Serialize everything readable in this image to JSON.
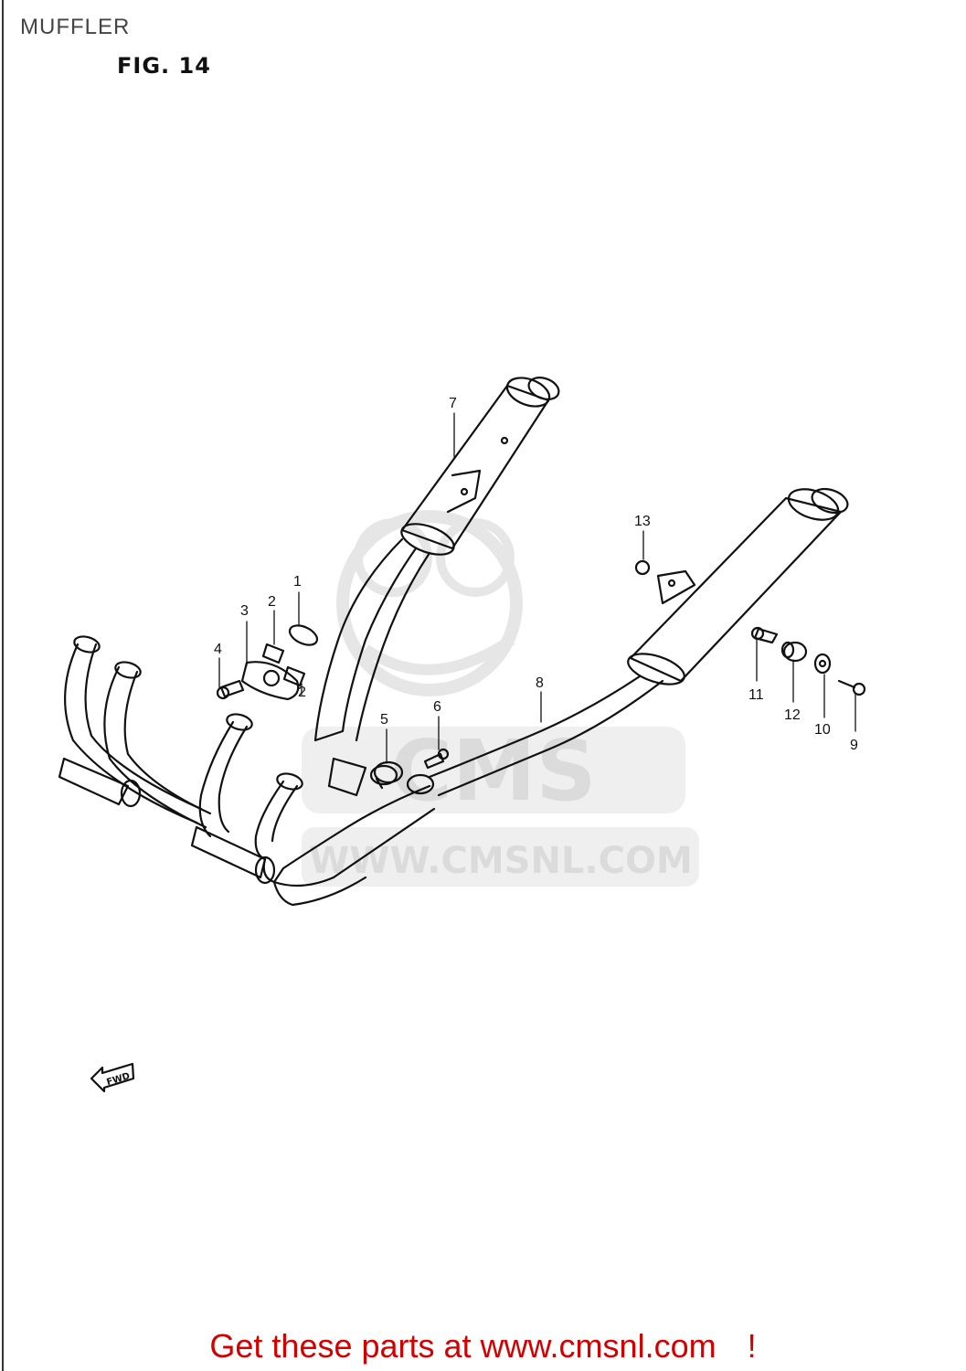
{
  "title": "MUFFLER",
  "figure": "FIG. 14",
  "callouts": [
    {
      "id": "c1",
      "label": "1"
    },
    {
      "id": "c2a",
      "label": "2"
    },
    {
      "id": "c2b",
      "label": "2"
    },
    {
      "id": "c3",
      "label": "3"
    },
    {
      "id": "c4",
      "label": "4"
    },
    {
      "id": "c5",
      "label": "5"
    },
    {
      "id": "c6",
      "label": "6"
    },
    {
      "id": "c7",
      "label": "7"
    },
    {
      "id": "c8",
      "label": "8"
    },
    {
      "id": "c9",
      "label": "9"
    },
    {
      "id": "c10",
      "label": "10"
    },
    {
      "id": "c11",
      "label": "11"
    },
    {
      "id": "c12",
      "label": "12"
    },
    {
      "id": "c13",
      "label": "13"
    }
  ],
  "fwd_arrow": "FWD",
  "watermark": {
    "brand": "CMS",
    "url": "WWW.CMSNL.COM"
  },
  "cta": {
    "text": "Get these parts at www.cmsnl.com",
    "suffix": "!",
    "color": "#d40000"
  }
}
